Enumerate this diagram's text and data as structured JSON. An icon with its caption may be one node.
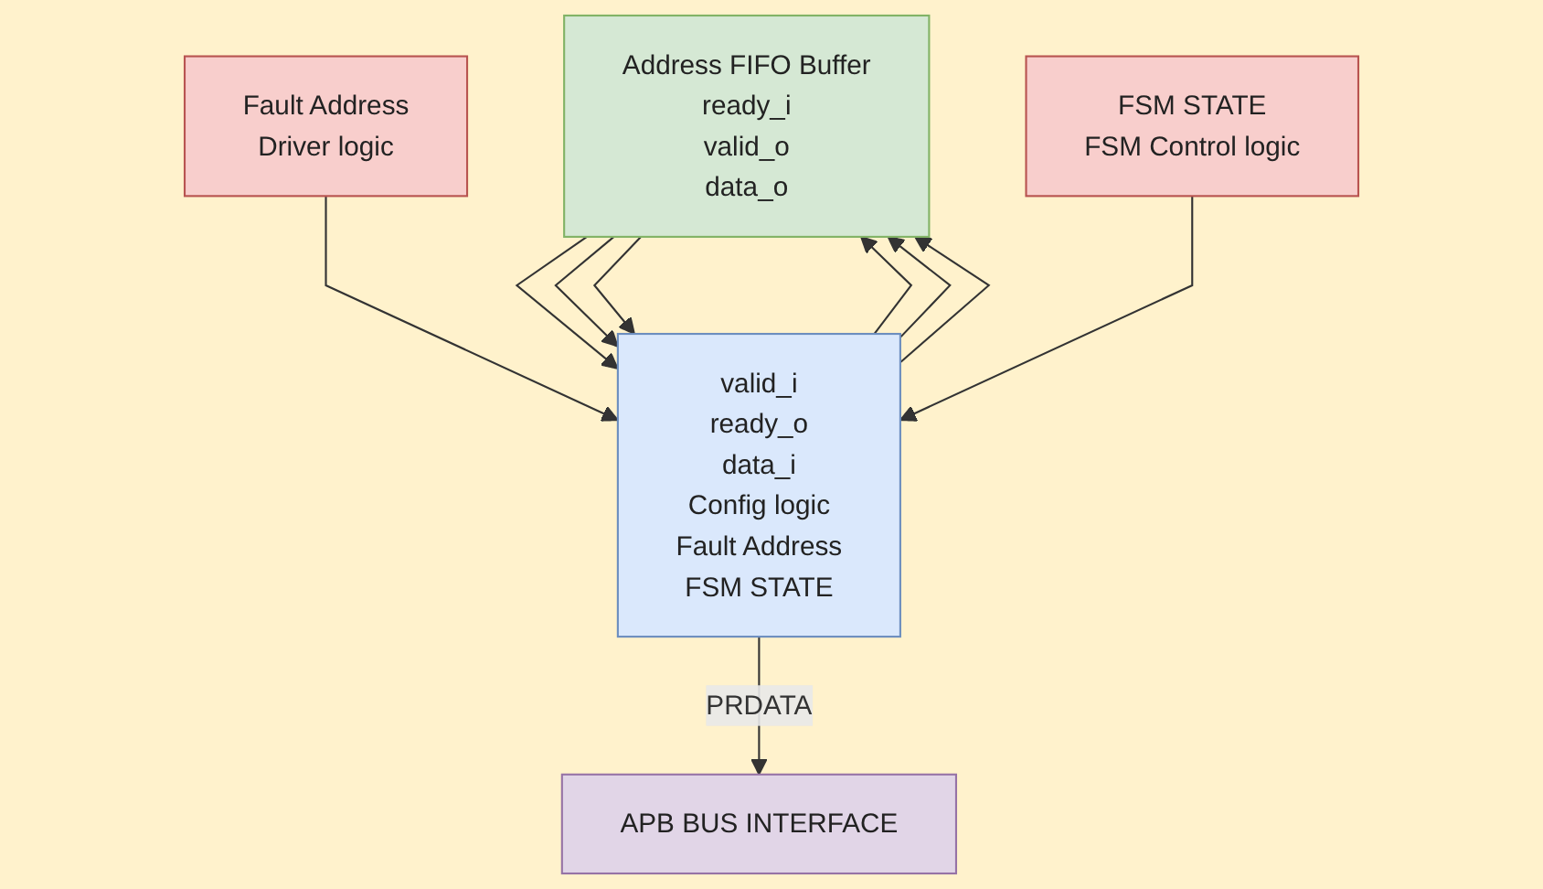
{
  "diagram": {
    "nodes": [
      {
        "text": [
          "Address FIFO Buffer",
          "ready_i",
          "valid_o",
          "data_o"
        ]
      },
      {
        "text": [
          "valid_i",
          "ready_o",
          "data_i",
          "Config logic",
          "Fault Address",
          "FSM STATE"
        ]
      },
      {
        "text": [
          "APB BUS INTERFACE"
        ]
      },
      {
        "text": [
          "Fault Address",
          "Driver logic"
        ]
      },
      {
        "text": [
          "FSM STATE",
          "FSM Control logic"
        ]
      }
    ],
    "edges": [
      {
        "from": 1,
        "to": 0,
        "arrow": "to"
      },
      {
        "from": 1,
        "to": 0,
        "arrow": "to"
      },
      {
        "from": 0,
        "to": 1,
        "arrow": "to"
      },
      {
        "from": 0,
        "to": 1,
        "arrow": "to"
      },
      {
        "from": 1,
        "to": 0,
        "arrow": "to"
      },
      {
        "from": 0,
        "to": 1,
        "arrow": "to"
      },
      {
        "from": 1,
        "to": 2,
        "arrow": "to",
        "label": "PRDATA"
      },
      {
        "from": 3,
        "to": 1,
        "arrow": "to"
      },
      {
        "from": 4,
        "to": 1,
        "arrow": "to"
      }
    ]
  }
}
